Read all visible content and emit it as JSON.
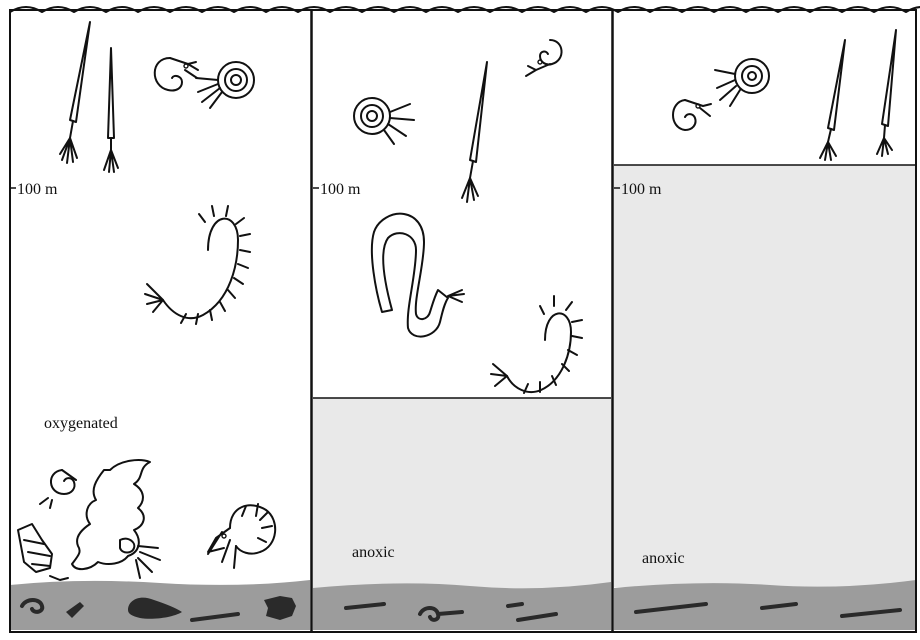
{
  "panels": [
    {
      "depth_label": "100 m",
      "zone_label": "oxygenated",
      "anoxic_label": "",
      "organisms": [
        "belemnite",
        "belemnite",
        "shrimp",
        "ammonite",
        "polychaete-worm",
        "gastropod",
        "shrimp",
        "spiny-crinoid",
        "ammonite"
      ],
      "fossils": [
        "spiral-fossil",
        "shell-fragment",
        "nodule",
        "belemnite-guard",
        "fish-fragment"
      ]
    },
    {
      "depth_label": "100 m",
      "zone_label": "",
      "anoxic_label": "anoxic",
      "organisms": [
        "ammonite",
        "belemnite",
        "shrimp",
        "sipunculid-worm",
        "polychaete-worm"
      ],
      "fossils": [
        "belemnite-guard",
        "spiral-fossil",
        "belemnite-guard"
      ]
    },
    {
      "depth_label": "100 m",
      "zone_label": "",
      "anoxic_label": "anoxic",
      "organisms": [
        "ammonite",
        "shrimp",
        "belemnite",
        "belemnite"
      ],
      "fossils": [
        "belemnite-guard",
        "belemnite-guard",
        "belemnite-guard"
      ]
    }
  ],
  "colors": {
    "water": "#ffffff",
    "anoxic_water": "#e9e9e9",
    "sediment": "#9c9c9c",
    "ink": "#111111",
    "fossil": "#2a2a2a"
  }
}
